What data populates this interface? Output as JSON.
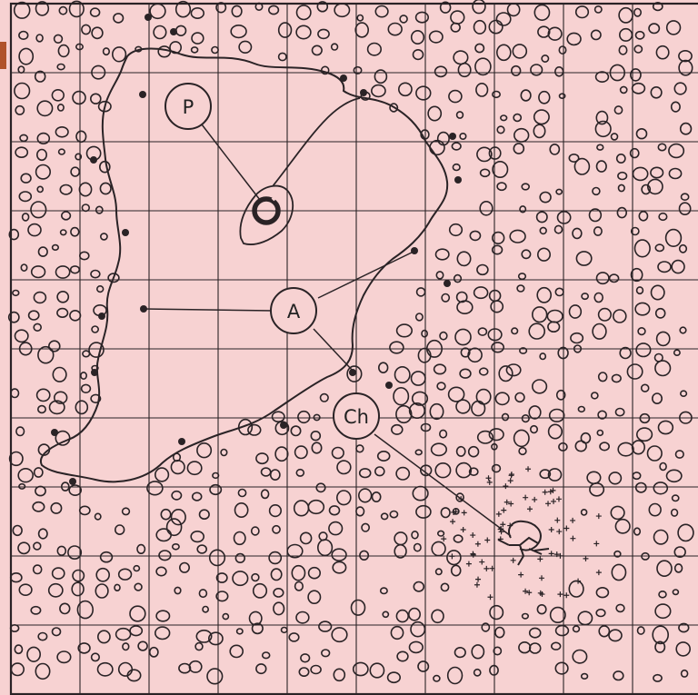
{
  "colors": {
    "paper": "#f7d2d2",
    "ink": "#2a2326",
    "edge_tab": "#b0522a"
  },
  "labels": {
    "p": "P",
    "a": "A",
    "ch": "Ch"
  },
  "icons": {
    "nucleus": "ring-icon",
    "cell_marker": "crack-cluster-icon"
  }
}
